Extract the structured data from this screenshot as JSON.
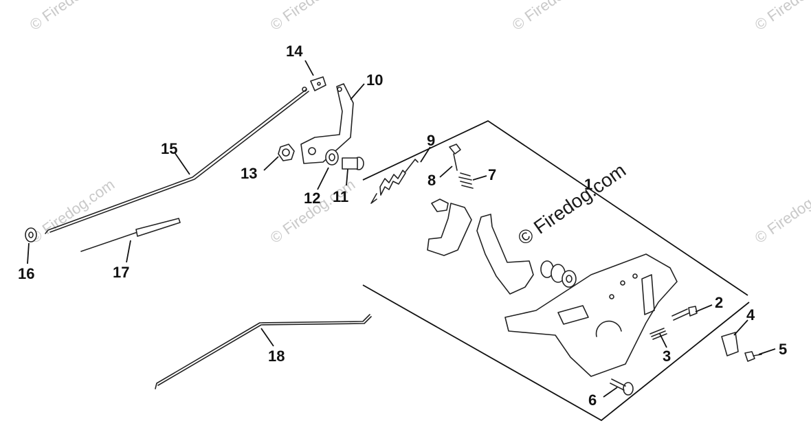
{
  "watermark": "© Firedog.com",
  "callouts": [
    {
      "id": "1",
      "label": "1"
    },
    {
      "id": "2",
      "label": "2"
    },
    {
      "id": "3",
      "label": "3"
    },
    {
      "id": "4",
      "label": "4"
    },
    {
      "id": "5",
      "label": "5"
    },
    {
      "id": "6",
      "label": "6"
    },
    {
      "id": "7",
      "label": "7"
    },
    {
      "id": "8",
      "label": "8"
    },
    {
      "id": "9",
      "label": "9"
    },
    {
      "id": "10",
      "label": "10"
    },
    {
      "id": "11",
      "label": "11"
    },
    {
      "id": "12",
      "label": "12"
    },
    {
      "id": "13",
      "label": "13"
    },
    {
      "id": "14",
      "label": "14"
    },
    {
      "id": "15",
      "label": "15"
    },
    {
      "id": "16",
      "label": "16"
    },
    {
      "id": "17",
      "label": "17"
    },
    {
      "id": "18",
      "label": "18"
    }
  ]
}
